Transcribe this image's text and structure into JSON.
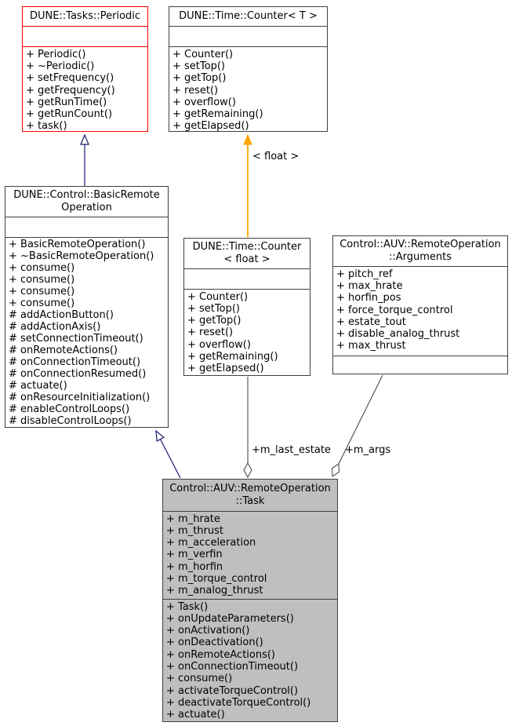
{
  "diagram": {
    "kind": "uml-class-collaboration-diagram",
    "colors": {
      "highlight_border": "#ff0000",
      "node_border": "#404040",
      "node_fill": "#ffffff",
      "focus_node_fill": "#bfbfbf",
      "inheritance_edge": "#191970",
      "template_edge": "#ffa500",
      "aggregation_edge": "#4a4a4a"
    }
  },
  "classes": {
    "periodic": {
      "title_lines": [
        "DUNE::Tasks::Periodic"
      ],
      "attributes": [],
      "methods": [
        "+ Periodic()",
        "+ ~Periodic()",
        "+ setFrequency()",
        "+ getFrequency()",
        "+ getRunTime()",
        "+ getRunCount()",
        "+ task()"
      ]
    },
    "counter_t": {
      "title_lines": [
        "DUNE::Time::Counter< T >"
      ],
      "attributes": [],
      "methods": [
        "+ Counter()",
        "+ setTop()",
        "+ getTop()",
        "+ reset()",
        "+ overflow()",
        "+ getRemaining()",
        "+ getElapsed()"
      ]
    },
    "basic_remote": {
      "title_lines": [
        "DUNE::Control::BasicRemote",
        "Operation"
      ],
      "attributes": [],
      "methods": [
        "+ BasicRemoteOperation()",
        "+ ~BasicRemoteOperation()",
        "+ consume()",
        "+ consume()",
        "+ consume()",
        "+ consume()",
        "# addActionButton()",
        "# addActionAxis()",
        "# setConnectionTimeout()",
        "# onRemoteActions()",
        "# onConnectionTimeout()",
        "# onConnectionResumed()",
        "# actuate()",
        "# onResourceInitialization()",
        "# enableControlLoops()",
        "# disableControlLoops()"
      ]
    },
    "counter_float": {
      "title_lines": [
        "DUNE::Time::Counter",
        "< float >"
      ],
      "attributes": [],
      "methods": [
        "+ Counter()",
        "+ setTop()",
        "+ getTop()",
        "+ reset()",
        "+ overflow()",
        "+ getRemaining()",
        "+ getElapsed()"
      ]
    },
    "arguments": {
      "title_lines": [
        "Control::AUV::RemoteOperation",
        "::Arguments"
      ],
      "attributes": [
        "+ pitch_ref",
        "+ max_hrate",
        "+ horfin_pos",
        "+ force_torque_control",
        "+ estate_tout",
        "+ disable_analog_thrust",
        "+ max_thrust"
      ],
      "methods": []
    },
    "task": {
      "title_lines": [
        "Control::AUV::RemoteOperation",
        "::Task"
      ],
      "attributes": [
        "+ m_hrate",
        "+ m_thrust",
        "+ m_acceleration",
        "+ m_verfin",
        "+ m_horfin",
        "+ m_torque_control",
        "+ m_analog_thrust"
      ],
      "methods": [
        "+ Task()",
        "+ onUpdateParameters()",
        "+ onActivation()",
        "+ onDeactivation()",
        "+ onRemoteActions()",
        "+ onConnectionTimeout()",
        "+ consume()",
        "+ activateTorqueControl()",
        "+ deactivateTorqueControl()",
        "+ actuate()"
      ]
    }
  },
  "edges": {
    "template_label": "< float >",
    "m_last_estate_label": "+m_last_estate",
    "m_args_label": "+m_args"
  }
}
